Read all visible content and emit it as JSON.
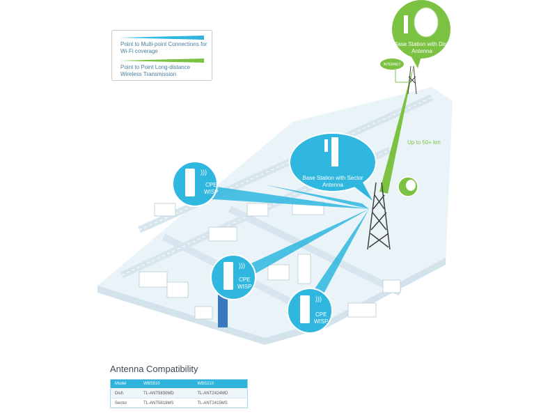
{
  "legend": {
    "point_to_multipoint": "Point to Multi-point Connections for Wi-Fi coverage",
    "point_to_point": "Point to Point Long-distance Wireless Transmission"
  },
  "labels": {
    "dish_station": [
      "Base Station with Dish",
      "Antenna"
    ],
    "sector_station": [
      "Base Station with Sector",
      "Antenna"
    ],
    "internet": "INTERNET",
    "distance": "Up to 50+ km",
    "cpe": [
      "CPE",
      "WISP"
    ]
  },
  "compat": {
    "title": "Antenna Compatibility",
    "headers": [
      "Model",
      "WBS510",
      "WBS210"
    ],
    "rows": [
      [
        "Dish",
        "TL-ANT5830MD",
        "TL-ANT2424MD"
      ],
      [
        "Sector",
        "TL-ANT5819MS",
        "TL-ANT2415MS"
      ]
    ]
  },
  "colors": {
    "blue": "#2fb7e0",
    "green": "#7cc242",
    "ground": "#eaf4f8",
    "road": "#d7e6ee"
  }
}
